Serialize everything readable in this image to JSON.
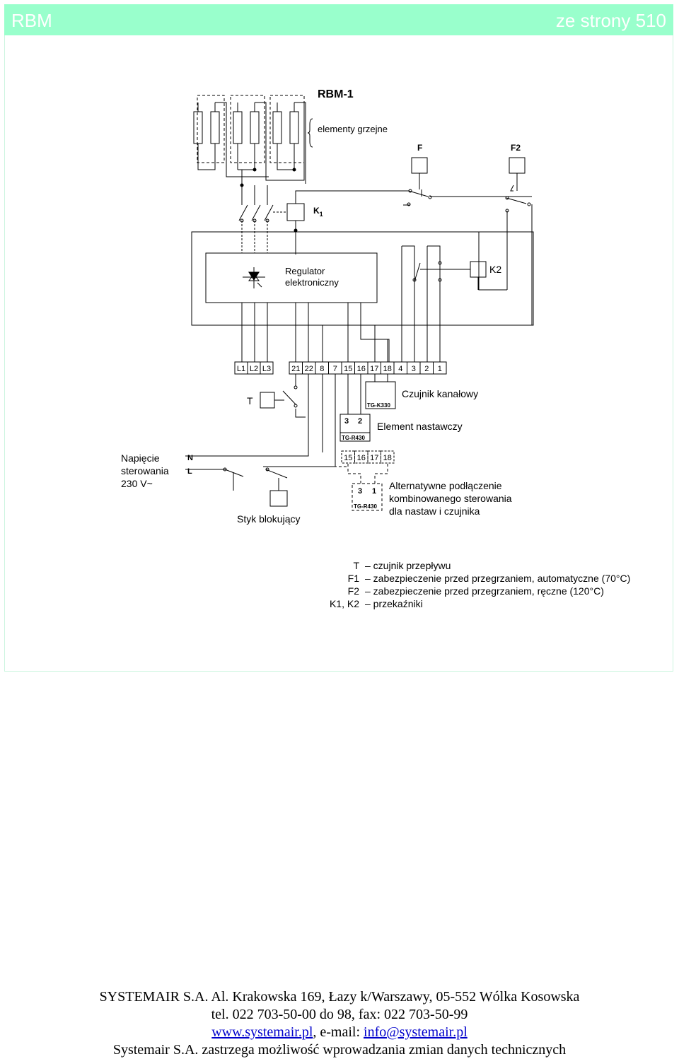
{
  "header": {
    "left_title": "RBM",
    "right_title": "ze strony 510"
  },
  "diagram": {
    "title": "RBM-1",
    "heating_label": "elementy grzejne",
    "relay_f": "F",
    "relay_f2": "F2",
    "relay_k1": "K",
    "relay_k1_sub": "1",
    "relay_k2": "K2",
    "regulator_line1": "Regulator",
    "regulator_line2": "elektroniczny",
    "terminals_left": [
      "L1",
      "L2",
      "L3"
    ],
    "terminals_right": [
      "21",
      "22",
      "8",
      "7",
      "15",
      "16",
      "17",
      "18",
      "4",
      "3",
      "2",
      "1"
    ],
    "flow_sensor_T": "T",
    "duct_sensor_label": "Czujnik kanałowy",
    "duct_sensor_model": "TG-K330",
    "setpoint_label": "Element nastawczy",
    "setpoint_terms": [
      "3",
      "2"
    ],
    "setpoint_model": "TG-R430",
    "alt_terms": [
      "15",
      "16",
      "17",
      "18"
    ],
    "alt_model_terms": [
      "3",
      "1"
    ],
    "alt_model": "TG-R430",
    "alt_line1": "Alternatywne podłączenie",
    "alt_line2": "kombinowanego sterowania",
    "alt_line3": "dla nastaw i czujnika",
    "control_line1": "Napięcie",
    "control_line2": "sterowania",
    "control_line3": "230 V~",
    "neutral": "N",
    "live": "L",
    "interlock_label": "Styk blokujący",
    "legend": [
      {
        "key": "T",
        "text": "– czujnik przepływu"
      },
      {
        "key": "F1",
        "text": "– zabezpieczenie przed przegrzaniem, automatyczne (70°C)"
      },
      {
        "key": "F2",
        "text": "– zabezpieczenie przed przegrzaniem, ręczne (120°C)"
      },
      {
        "key": "K1, K2",
        "text": "– przekaźniki"
      }
    ]
  },
  "footer": {
    "line1": "SYSTEMAIR S.A. Al. Krakowska 169, Łazy k/Warszawy, 05-552 Wólka Kosowska",
    "line2": "tel. 022 703-50-00 do 98, fax: 022 703-50-99",
    "website": "www.systemair.pl",
    "email_prefix": ", e-mail: ",
    "email": "info@systemair.pl",
    "line4": "Systemair S.A. zastrzega możliwość wprowadzania zmian danych technicznych"
  },
  "colors": {
    "header_bg": "#99ffcc",
    "header_text": "#ffffff",
    "link": "#0000cc"
  }
}
